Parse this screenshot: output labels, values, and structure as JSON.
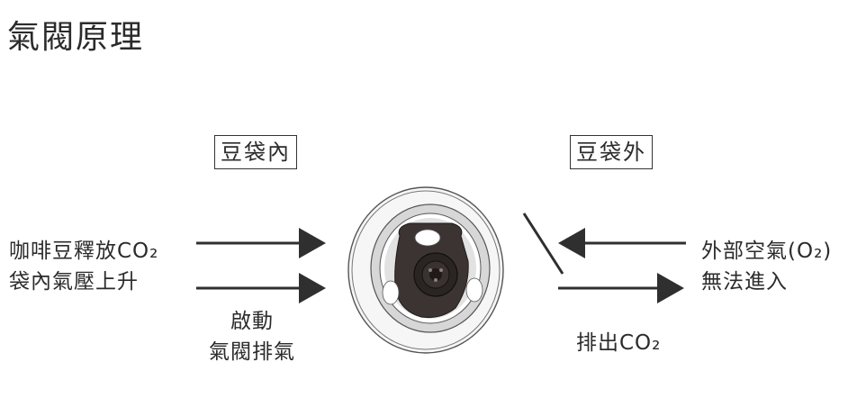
{
  "title": "氣閥原理",
  "labels": {
    "inside_bag": "豆袋內",
    "outside_bag": "豆袋外",
    "left_line1": "咖啡豆釋放CO₂",
    "left_line2": "袋內氣壓上升",
    "valve_line1": "啟動",
    "valve_line2": "氣閥排氣",
    "right_line1": "外部空氣(O₂)",
    "right_line2": "無法進入",
    "exhaust": "排出CO₂"
  }
}
